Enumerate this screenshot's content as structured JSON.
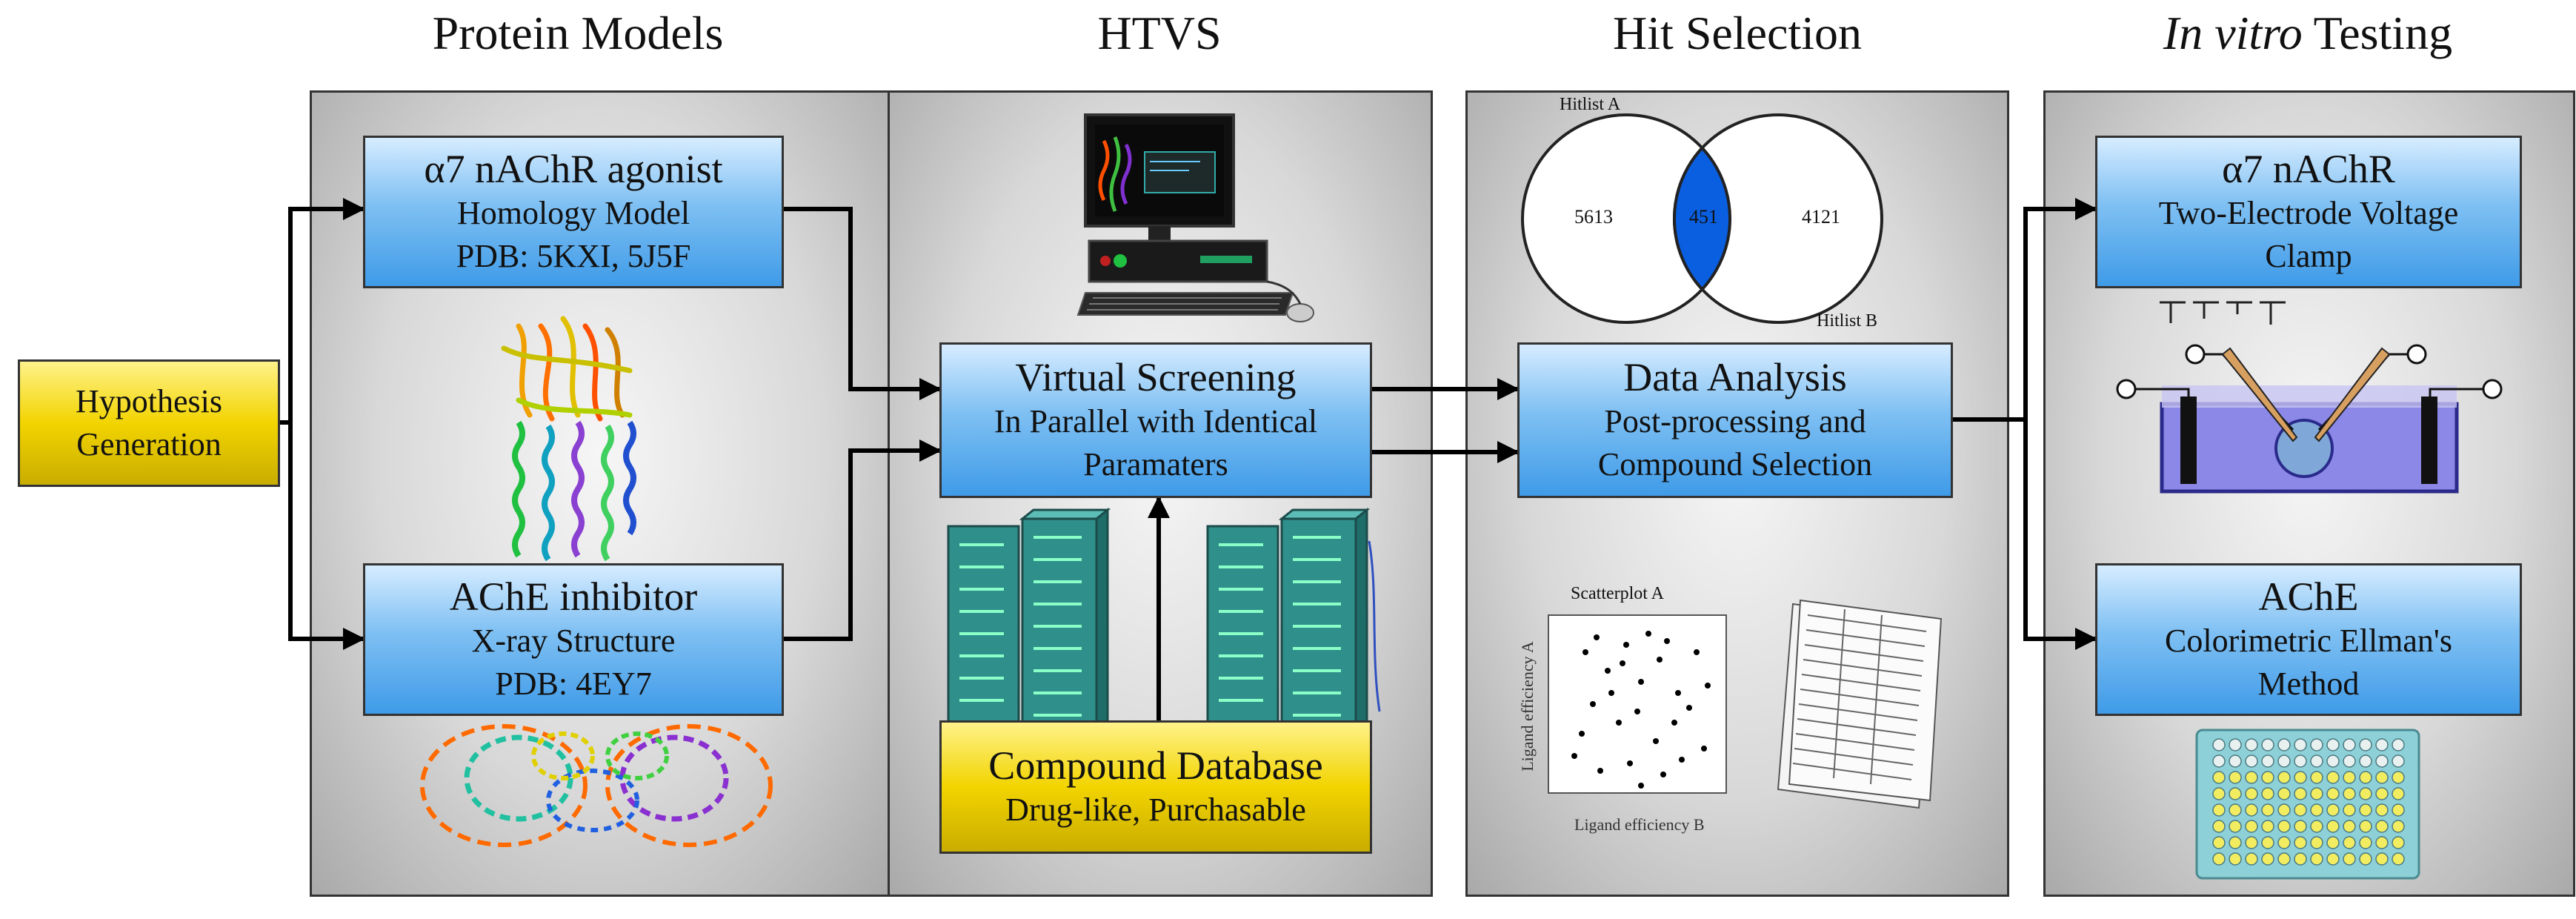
{
  "stages": [
    {
      "title": "Protein Models"
    },
    {
      "title": "HTVS"
    },
    {
      "title": "Hit Selection"
    },
    {
      "title_italic": "In vitro",
      "title_rest": " Testing"
    }
  ],
  "hypothesis": {
    "line1": "Hypothesis",
    "line2": "Generation"
  },
  "protein_models": {
    "agonist": {
      "title": "α7 nAChR agonist",
      "line2": "Homology Model",
      "line3": "PDB: 5KXI, 5J5F"
    },
    "inhibitor": {
      "title": "AChE inhibitor",
      "line2": "X-ray Structure",
      "line3": "PDB: 4EY7"
    }
  },
  "htvs": {
    "screening": {
      "title": "Virtual Screening",
      "line2": "In Parallel with Identical",
      "line3": "Paramaters"
    },
    "database": {
      "title": "Compound Database",
      "line2": "Drug-like, Purchasable"
    }
  },
  "hit_selection": {
    "venn": {
      "label_a": "Hitlist A",
      "label_b": "Hitlist B",
      "only_a": "5613",
      "overlap": "451",
      "only_b": "4121"
    },
    "analysis": {
      "title": "Data Analysis",
      "line2": "Post-processing and",
      "line3": "Compound Selection"
    },
    "scatter": {
      "title": "Scatterplot A",
      "xlabel": "Ligand efficiency B",
      "ylabel": "Ligand efficiency A"
    }
  },
  "in_vitro": {
    "nachr": {
      "title": "α7 nAChR",
      "line2": "Two-Electrode Voltage",
      "line3": "Clamp"
    },
    "ache": {
      "title": "AChE",
      "line2": "Colorimetric Ellman's",
      "line3": "Method"
    }
  },
  "colors": {
    "blue_box": "#5aabef",
    "gold_box": "#f2d400",
    "venn_overlap": "#0a5fe0",
    "panel_gray": "#c8c8c8"
  }
}
